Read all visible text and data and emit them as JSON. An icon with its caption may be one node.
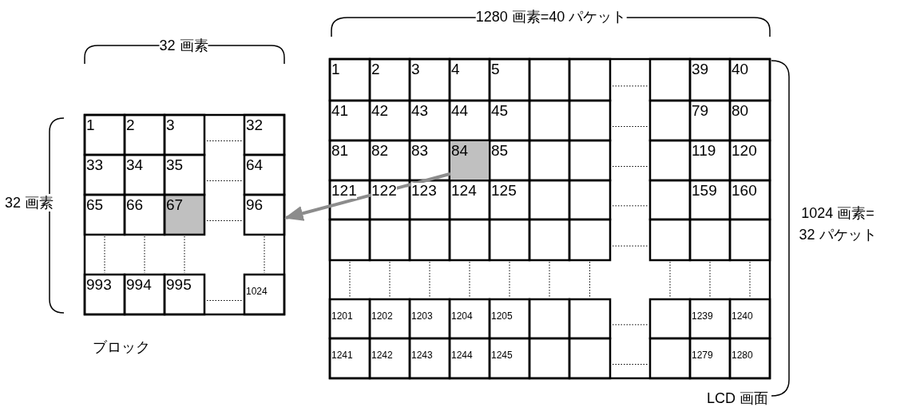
{
  "diagram": {
    "nodes": [
      {
        "text": [
          "ブロック"
        ]
      },
      {
        "text": [
          "LCD 画面"
        ]
      },
      {
        "text": [
          "84"
        ],
        "in": 1
      }
    ],
    "edges": [
      {
        "from": 2,
        "to": 0,
        "arrow": "to",
        "color": "#8c8c8c"
      }
    ],
    "labels": [
      "32 画素",
      "32 画素",
      "1",
      "2",
      "3",
      "32",
      "33",
      "34",
      "35",
      "64",
      "65",
      "66",
      "67",
      "96",
      "993",
      "994",
      "995",
      "1024",
      "1280 画素=40 パケット",
      "1024 画素= 32 パケット",
      "1",
      "2",
      "3",
      "4",
      "5",
      "39",
      "40",
      "41",
      "42",
      "43",
      "44",
      "45",
      "79",
      "80",
      "81",
      "82",
      "83",
      "85",
      "119",
      "120",
      "121",
      "122",
      "123",
      "124",
      "125",
      "159",
      "160",
      "1201",
      "1202",
      "1203",
      "1204",
      "1205",
      "1239",
      "1240",
      "1241",
      "1242",
      "1243",
      "1244",
      "1245",
      "1279",
      "1280"
    ]
  }
}
